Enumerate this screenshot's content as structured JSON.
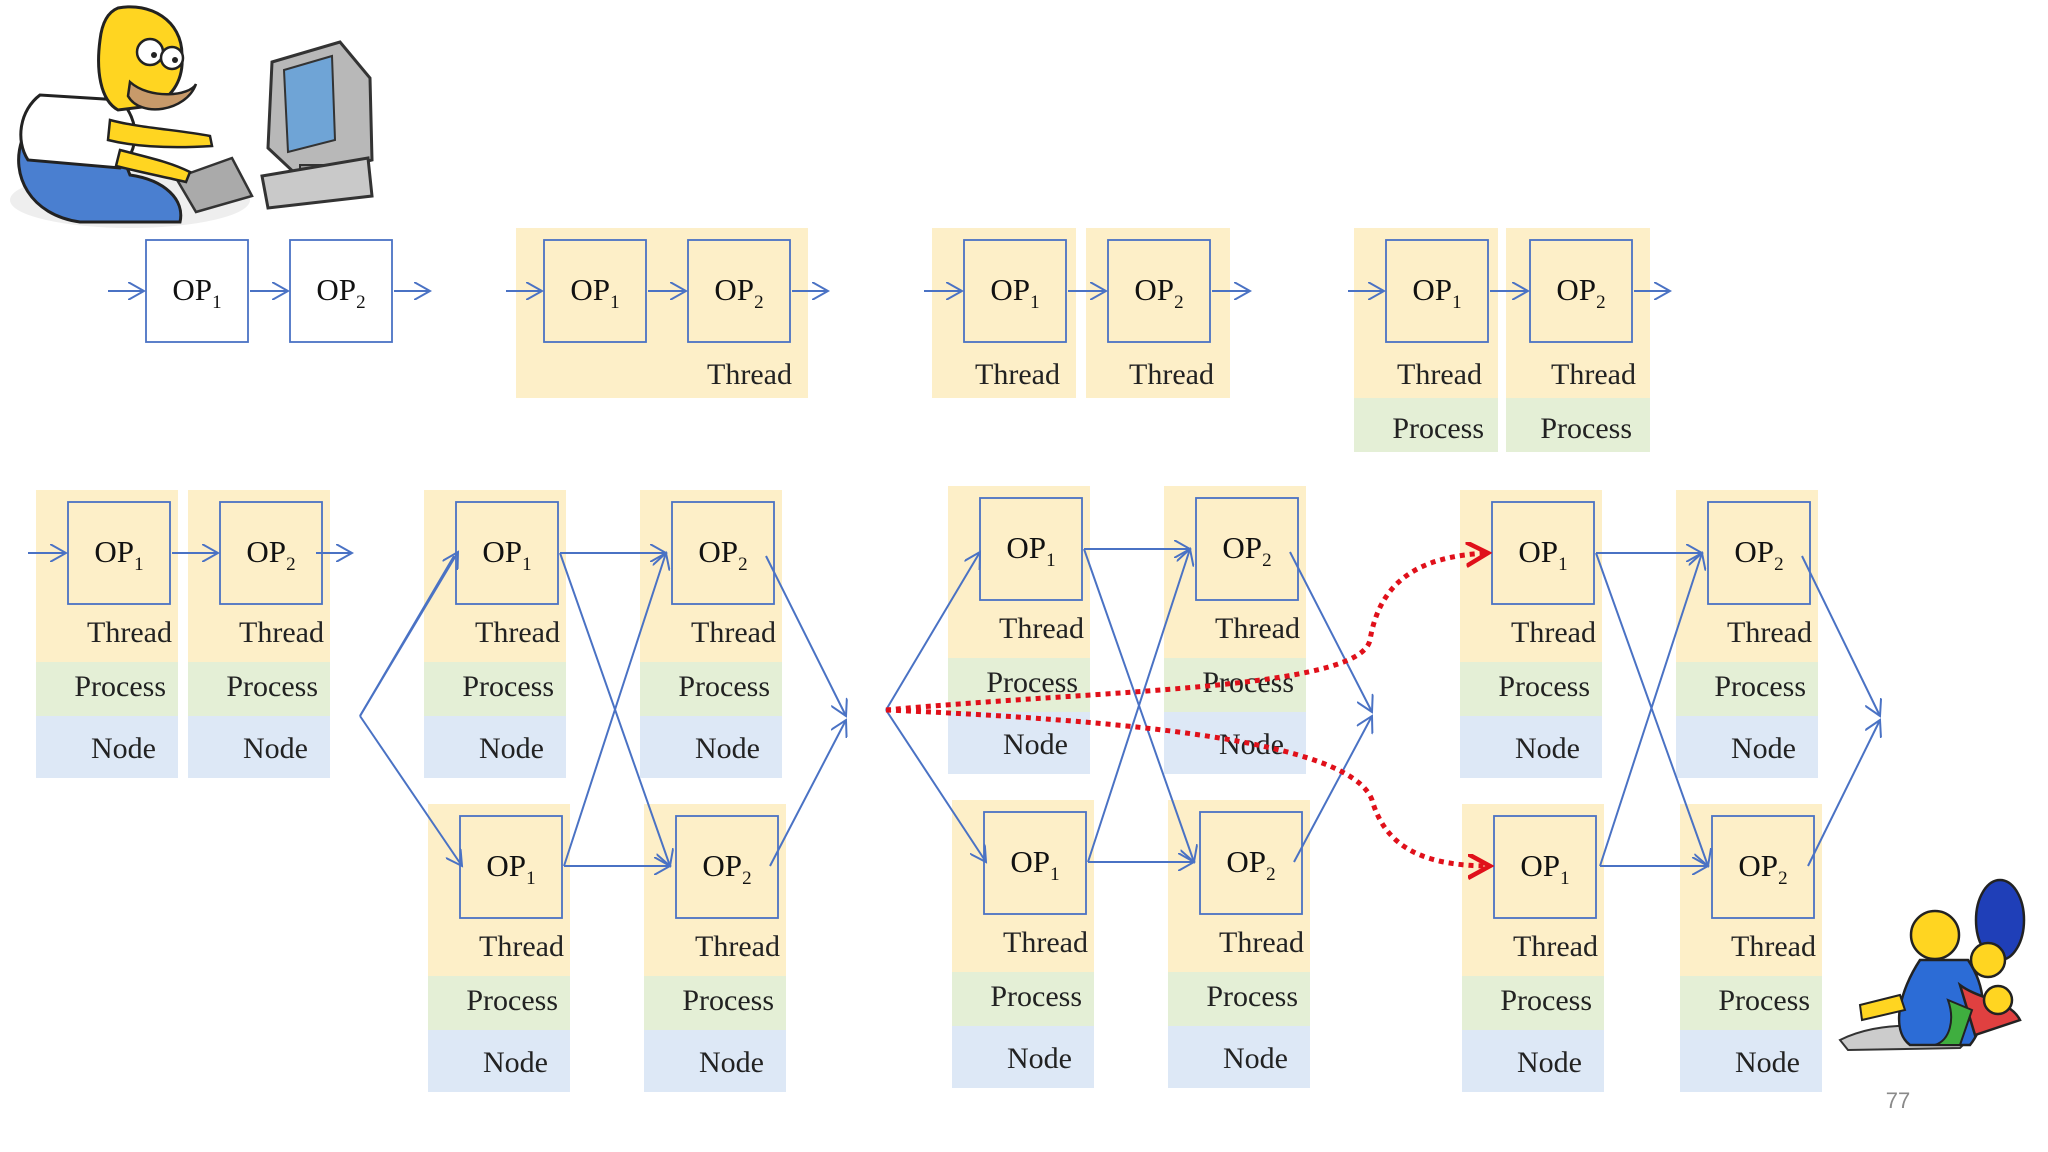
{
  "slide": {
    "page_number": "77",
    "images": [
      {
        "name": "homer-computer-illustration",
        "depicts": "homer-at-computer"
      },
      {
        "name": "simpsons-family-illustration",
        "depicts": "simpsons-family-hug"
      }
    ]
  },
  "labels": {
    "op_prefix": "OP",
    "op1_sub": "1",
    "op2_sub": "2",
    "thread": "Thread",
    "process": "Process",
    "node": "Node"
  },
  "colors": {
    "thread_bg": "#fdefc8",
    "process_bg": "#e4efd6",
    "node_bg": "#dde8f6",
    "box_border": "#4a72c4",
    "arrow": "#4a72c4",
    "remote_arrow": "#e0101a",
    "page_number": "#8a8a8a"
  }
}
